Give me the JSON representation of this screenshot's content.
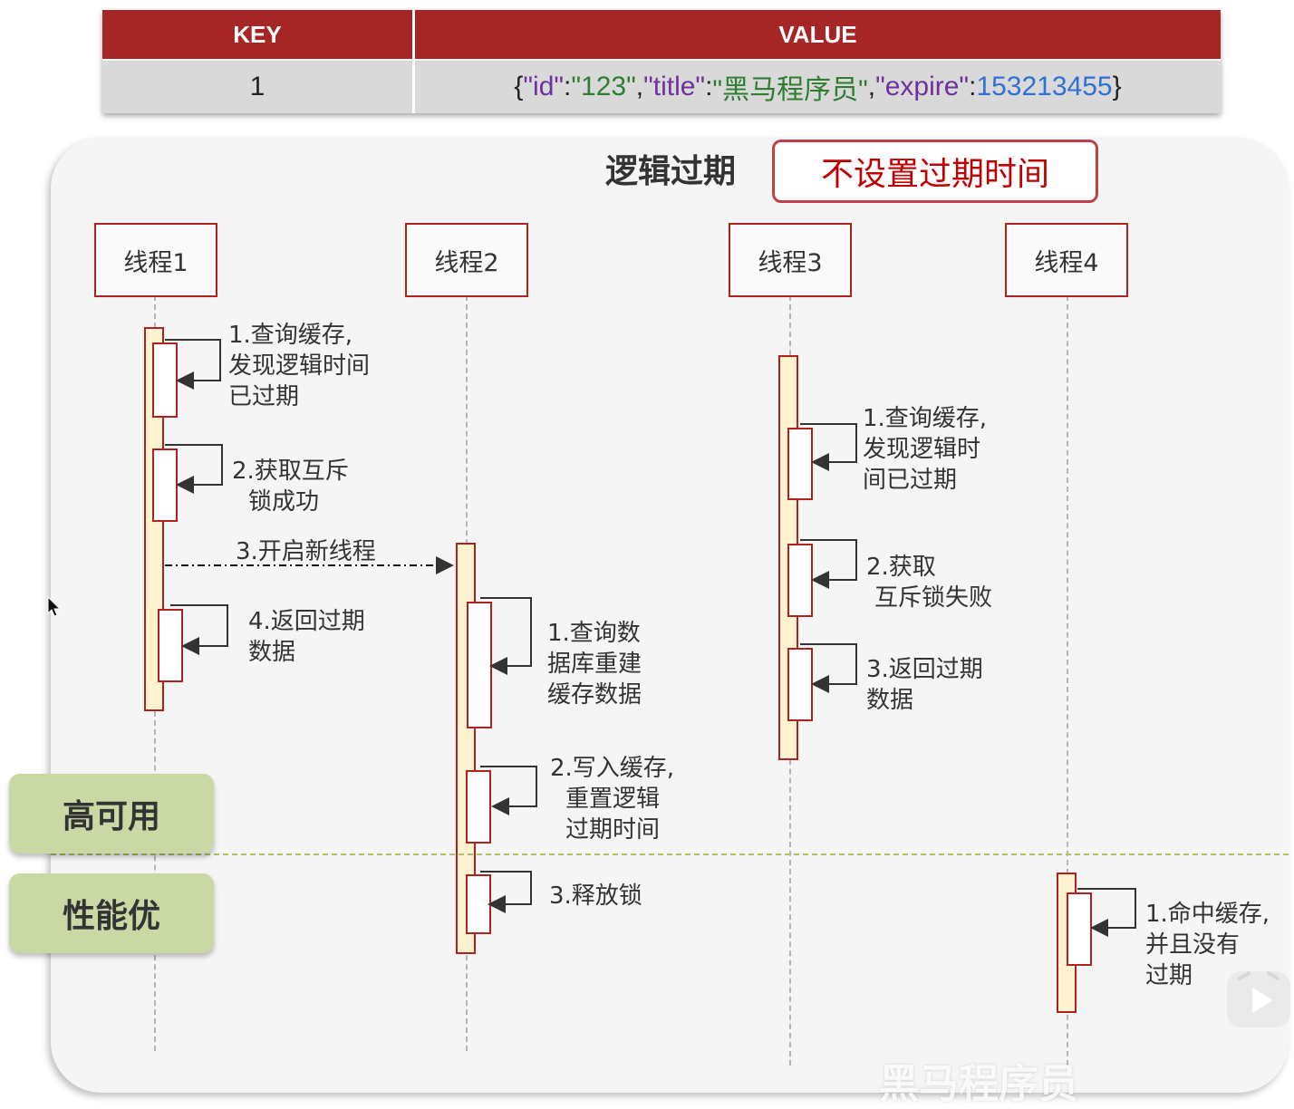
{
  "table": {
    "headers": {
      "key": "KEY",
      "value": "VALUE"
    },
    "row": {
      "key": "1",
      "value_parts": [
        "{",
        "\"id\"",
        ":",
        "\"123\"",
        ",",
        "\"title\"",
        ":",
        "\"黑马程序员\"",
        ",",
        "\"expire\"",
        ":",
        "153213455",
        "}"
      ]
    }
  },
  "diagram": {
    "title": "逻辑过期",
    "note": "不设置过期时间",
    "threads": [
      "线程1",
      "线程2",
      "线程3",
      "线程4"
    ],
    "thread1": {
      "step1": [
        "1.查询缓存,",
        "发现逻辑时间",
        "已过期"
      ],
      "step2": [
        "2.获取互斥",
        "锁成功"
      ],
      "step3": "3.开启新线程",
      "step4": [
        "4.返回过期",
        "数据"
      ]
    },
    "thread2": {
      "step1": [
        "1.查询数",
        "据库重建",
        "缓存数据"
      ],
      "step2": [
        "2.写入缓存,",
        "重置逻辑",
        "过期时间"
      ],
      "step3": "3.释放锁"
    },
    "thread3": {
      "step1": [
        "1.查询缓存,",
        "发现逻辑时",
        "间已过期"
      ],
      "step2": [
        "2.获取",
        "互斥锁失败"
      ],
      "step3": [
        "3.返回过期",
        "数据"
      ]
    },
    "thread4": {
      "step1": [
        "1.命中缓存,",
        "并且没有",
        "过期"
      ]
    }
  },
  "tags": {
    "high_availability": "高可用",
    "performance": "性能优"
  },
  "watermark": "黑马程序员",
  "colors": {
    "header_red": "#a62626",
    "box_red": "#b22020",
    "tag_green": "#c9d8a4",
    "activation_fill": "#fff3cf"
  },
  "icons": [
    "mouse-cursor-icon",
    "play-button-icon"
  ]
}
